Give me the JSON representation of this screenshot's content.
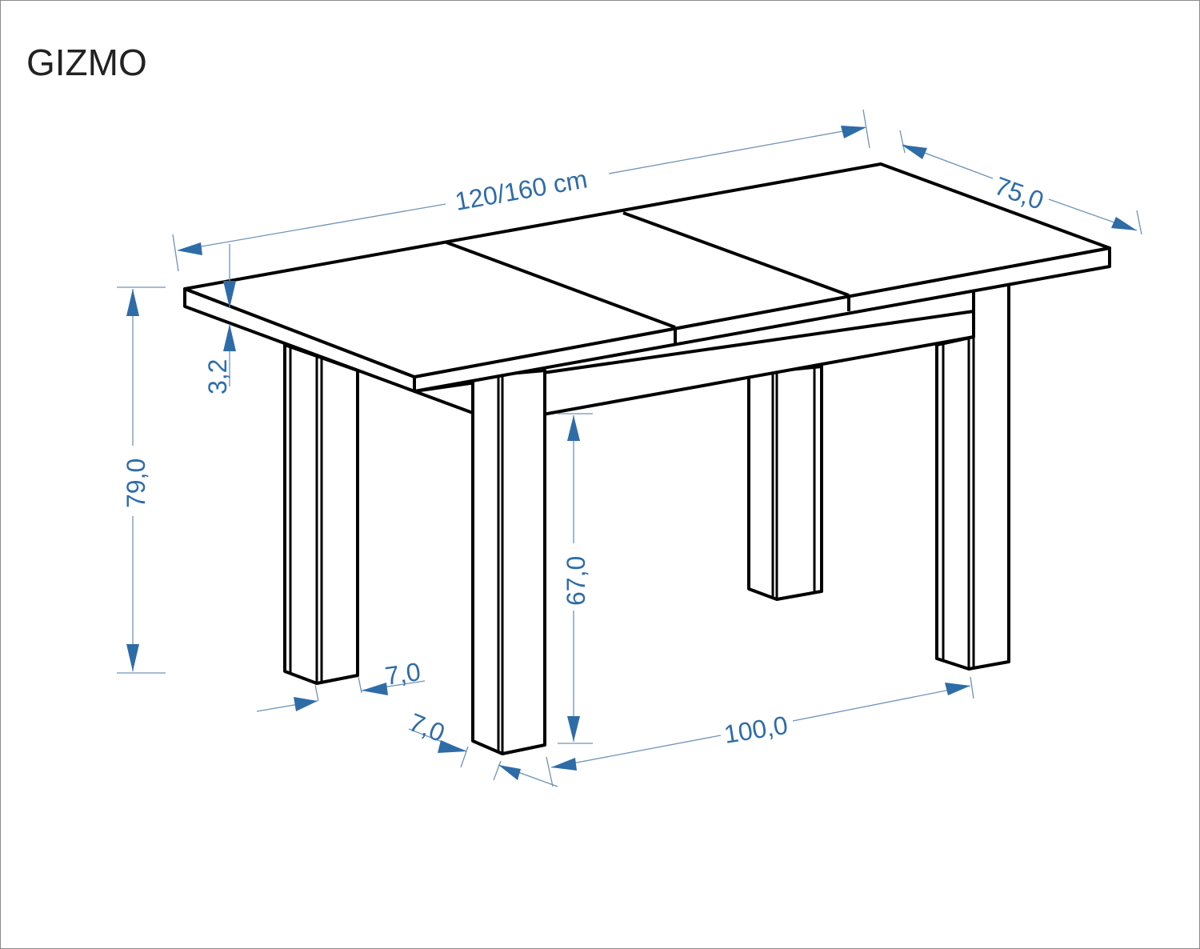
{
  "title": "GIZMO",
  "dimensions": {
    "length": "120/160 cm",
    "depth": "75,0",
    "height": "79,0",
    "top_thickness": "3,2",
    "leg_clearance": "67,0",
    "leg_width_a": "7,0",
    "leg_width_b": "7,0",
    "leg_spacing": "100,0"
  },
  "colors": {
    "dimension": "#2e6ca8",
    "outline": "#000000"
  }
}
